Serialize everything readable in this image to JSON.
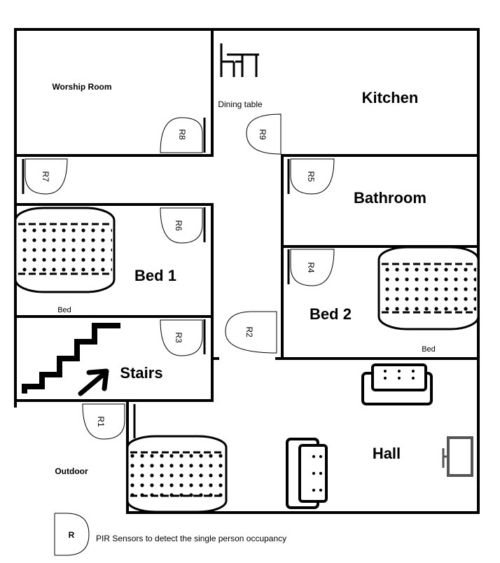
{
  "rooms": {
    "worship": "Worship Room",
    "kitchen": "Kitchen",
    "bathroom": "Bathroom",
    "bed1": "Bed 1",
    "bed2": "Bed 2",
    "stairs": "Stairs",
    "hall": "Hall",
    "outdoor": "Outdoor"
  },
  "furniture": {
    "dining_table": "Dining table",
    "bed1_label": "Bed",
    "bed2_label": "Bed"
  },
  "sensors": [
    "R1",
    "R2",
    "R3",
    "R4",
    "R5",
    "R6",
    "R7",
    "R8",
    "R9"
  ],
  "legend": {
    "symbol": "R",
    "text": "PIR Sensors to detect the single person occupancy"
  }
}
